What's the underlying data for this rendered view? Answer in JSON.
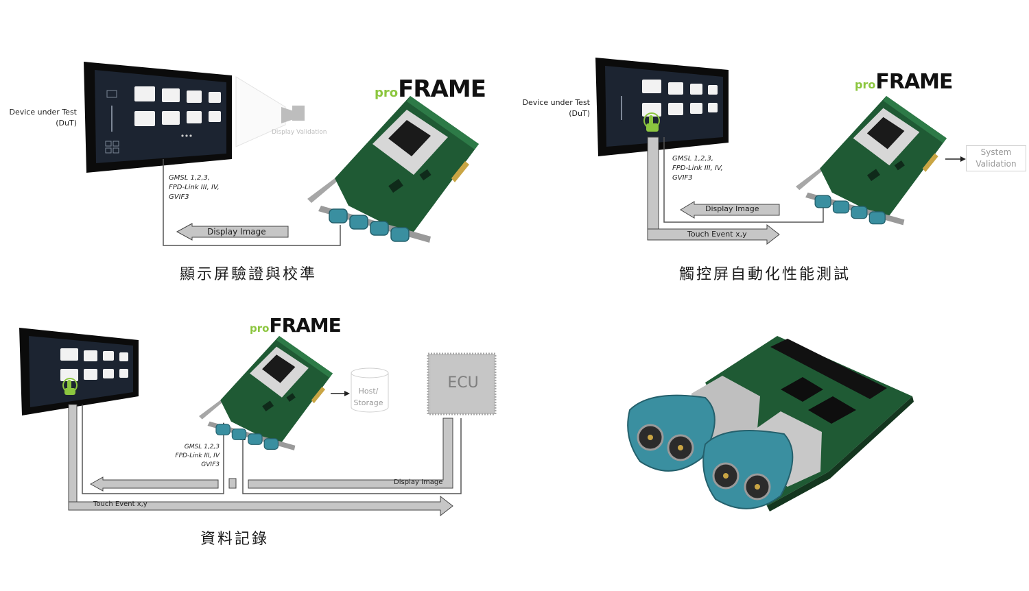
{
  "panel1": {
    "dut_label": "Device under Test\n(DuT)",
    "display_validation": "Display Validation",
    "interfaces": "GMSL 1,2,3,\nFPD-Link III, IV,\nGVIF3",
    "display_image": "Display Image",
    "logo_pro": "pro",
    "logo_frame": "FRAME",
    "caption": "顯示屏驗證與校準"
  },
  "panel2": {
    "dut_label": "Device under Test\n(DuT)",
    "interfaces": "GMSL 1,2,3,\nFPD-Link III, IV,\nGVIF3",
    "display_image": "Display Image",
    "touch_event": "Touch Event x,y",
    "system_validation": "System\nValidation",
    "logo_pro": "pro",
    "logo_frame": "FRAME",
    "caption": "觸控屏自動化性能測試"
  },
  "panel3": {
    "interfaces": "GMSL 1,2,3\nFPD-Link III, IV\nGVIF3",
    "host_storage": "Host/\nStorage",
    "ecu": "ECU",
    "display_image": "Display Image",
    "touch_event": "Touch Event x,y",
    "logo_pro": "pro",
    "logo_frame": "FRAME",
    "caption": "資料記錄"
  },
  "colors": {
    "accent_green": "#8cc63f",
    "connector_blue": "#3a8fa0",
    "pcb_green": "#1f5a34",
    "arrow_gray": "#c6c6c6",
    "screen_dark": "#1c2431"
  }
}
